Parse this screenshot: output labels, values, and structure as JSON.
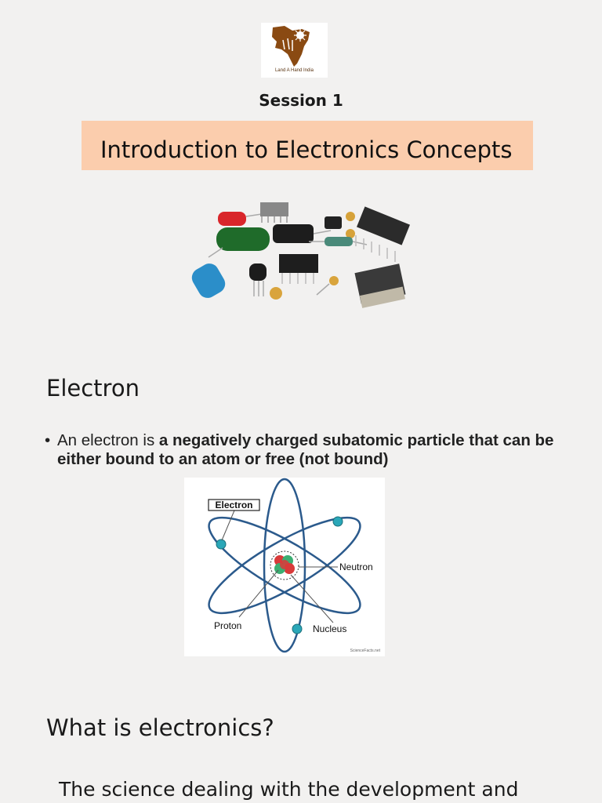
{
  "logo": {
    "text": "Land A Hand India",
    "icon": "india-map-hand-logo"
  },
  "session_label": "Session 1",
  "title": "Introduction to Electronics Concepts",
  "components_image": {
    "icon": "electronic-components-photo"
  },
  "electron_section": {
    "heading": "Electron",
    "bullet_char": "•",
    "bullet_plain": "An electron is ",
    "bullet_bold": "a negatively charged subatomic particle that can be either bound to an atom or free (not bound)"
  },
  "atom_diagram": {
    "label_electron": "Electron",
    "label_neutron": "Neutron",
    "label_proton": "Proton",
    "label_nucleus": "Nucleus",
    "credit": "ScienceFacts.net",
    "orbit_color": "#2b5a8c",
    "electron_color": "#2aa7b8",
    "proton_color": "#d93a3a",
    "neutron_color": "#3cae72"
  },
  "what_section": {
    "heading": "What is electronics?",
    "text": "The science dealing with the development and"
  },
  "colors": {
    "background": "#f2f1f0",
    "title_box": "#fbcdad"
  }
}
